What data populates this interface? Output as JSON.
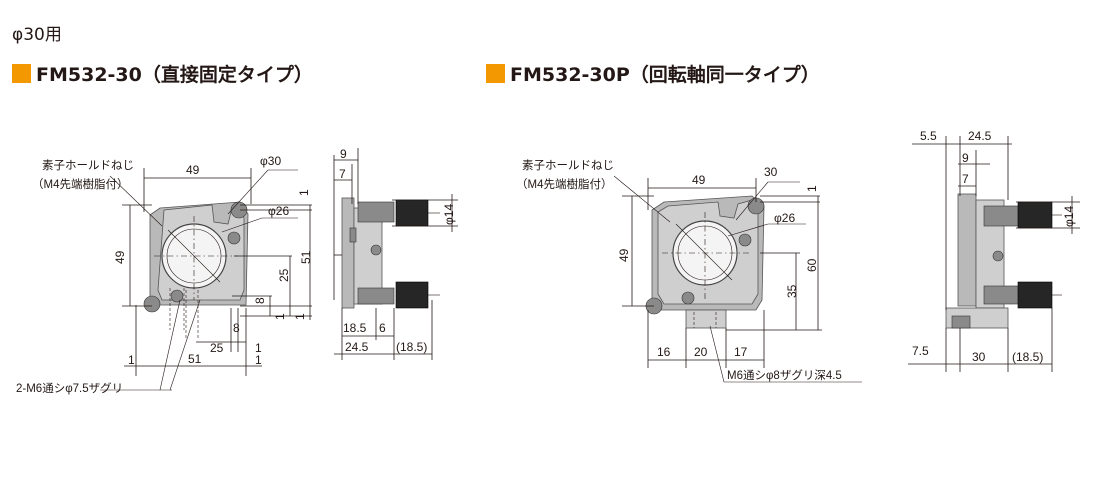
{
  "heading": "φ30用",
  "accent_color": "#f39800",
  "left": {
    "title": "FM532-30（直接固定タイプ）",
    "note_screw": "素子ホールドねじ",
    "note_screw_sub": "（M4先端樹脂付）",
    "note_bottom": "2-M6通シφ7.5ザグリ",
    "dims": {
      "d49_top": "49",
      "d49_side": "49",
      "d30": "φ30",
      "d26": "φ26",
      "d1_a": "1",
      "d51": "51",
      "d25": "25",
      "d8_a": "8",
      "d8_b": "8",
      "d1_b": "1",
      "d1_c": "1",
      "d25_b": "25",
      "d1_d": "1",
      "d1_e": "1",
      "d51_b": "51",
      "d1_f": "1",
      "d9": "9",
      "d7": "7",
      "d14": "φ14",
      "d18_5": "18.5",
      "d6": "6",
      "d24_5": "24.5",
      "d18_5p": "(18.5)"
    }
  },
  "right": {
    "title": "FM532-30P（回転軸同一タイプ）",
    "note_screw": "素子ホールドねじ",
    "note_screw_sub": "（M4先端樹脂付）",
    "note_bottom": "M6通シφ8ザグリ深4.5",
    "dims": {
      "d49": "49",
      "d30": "30",
      "d26": "φ26",
      "d1": "1",
      "d49_side": "49",
      "d60": "60",
      "d35": "35",
      "d16": "16",
      "d20": "20",
      "d17": "17",
      "d5_5": "5.5",
      "d24_5": "24.5",
      "d9": "9",
      "d7": "7",
      "d14": "φ14",
      "d7_5": "7.5",
      "d18_5p": "(18.5)"
    }
  }
}
